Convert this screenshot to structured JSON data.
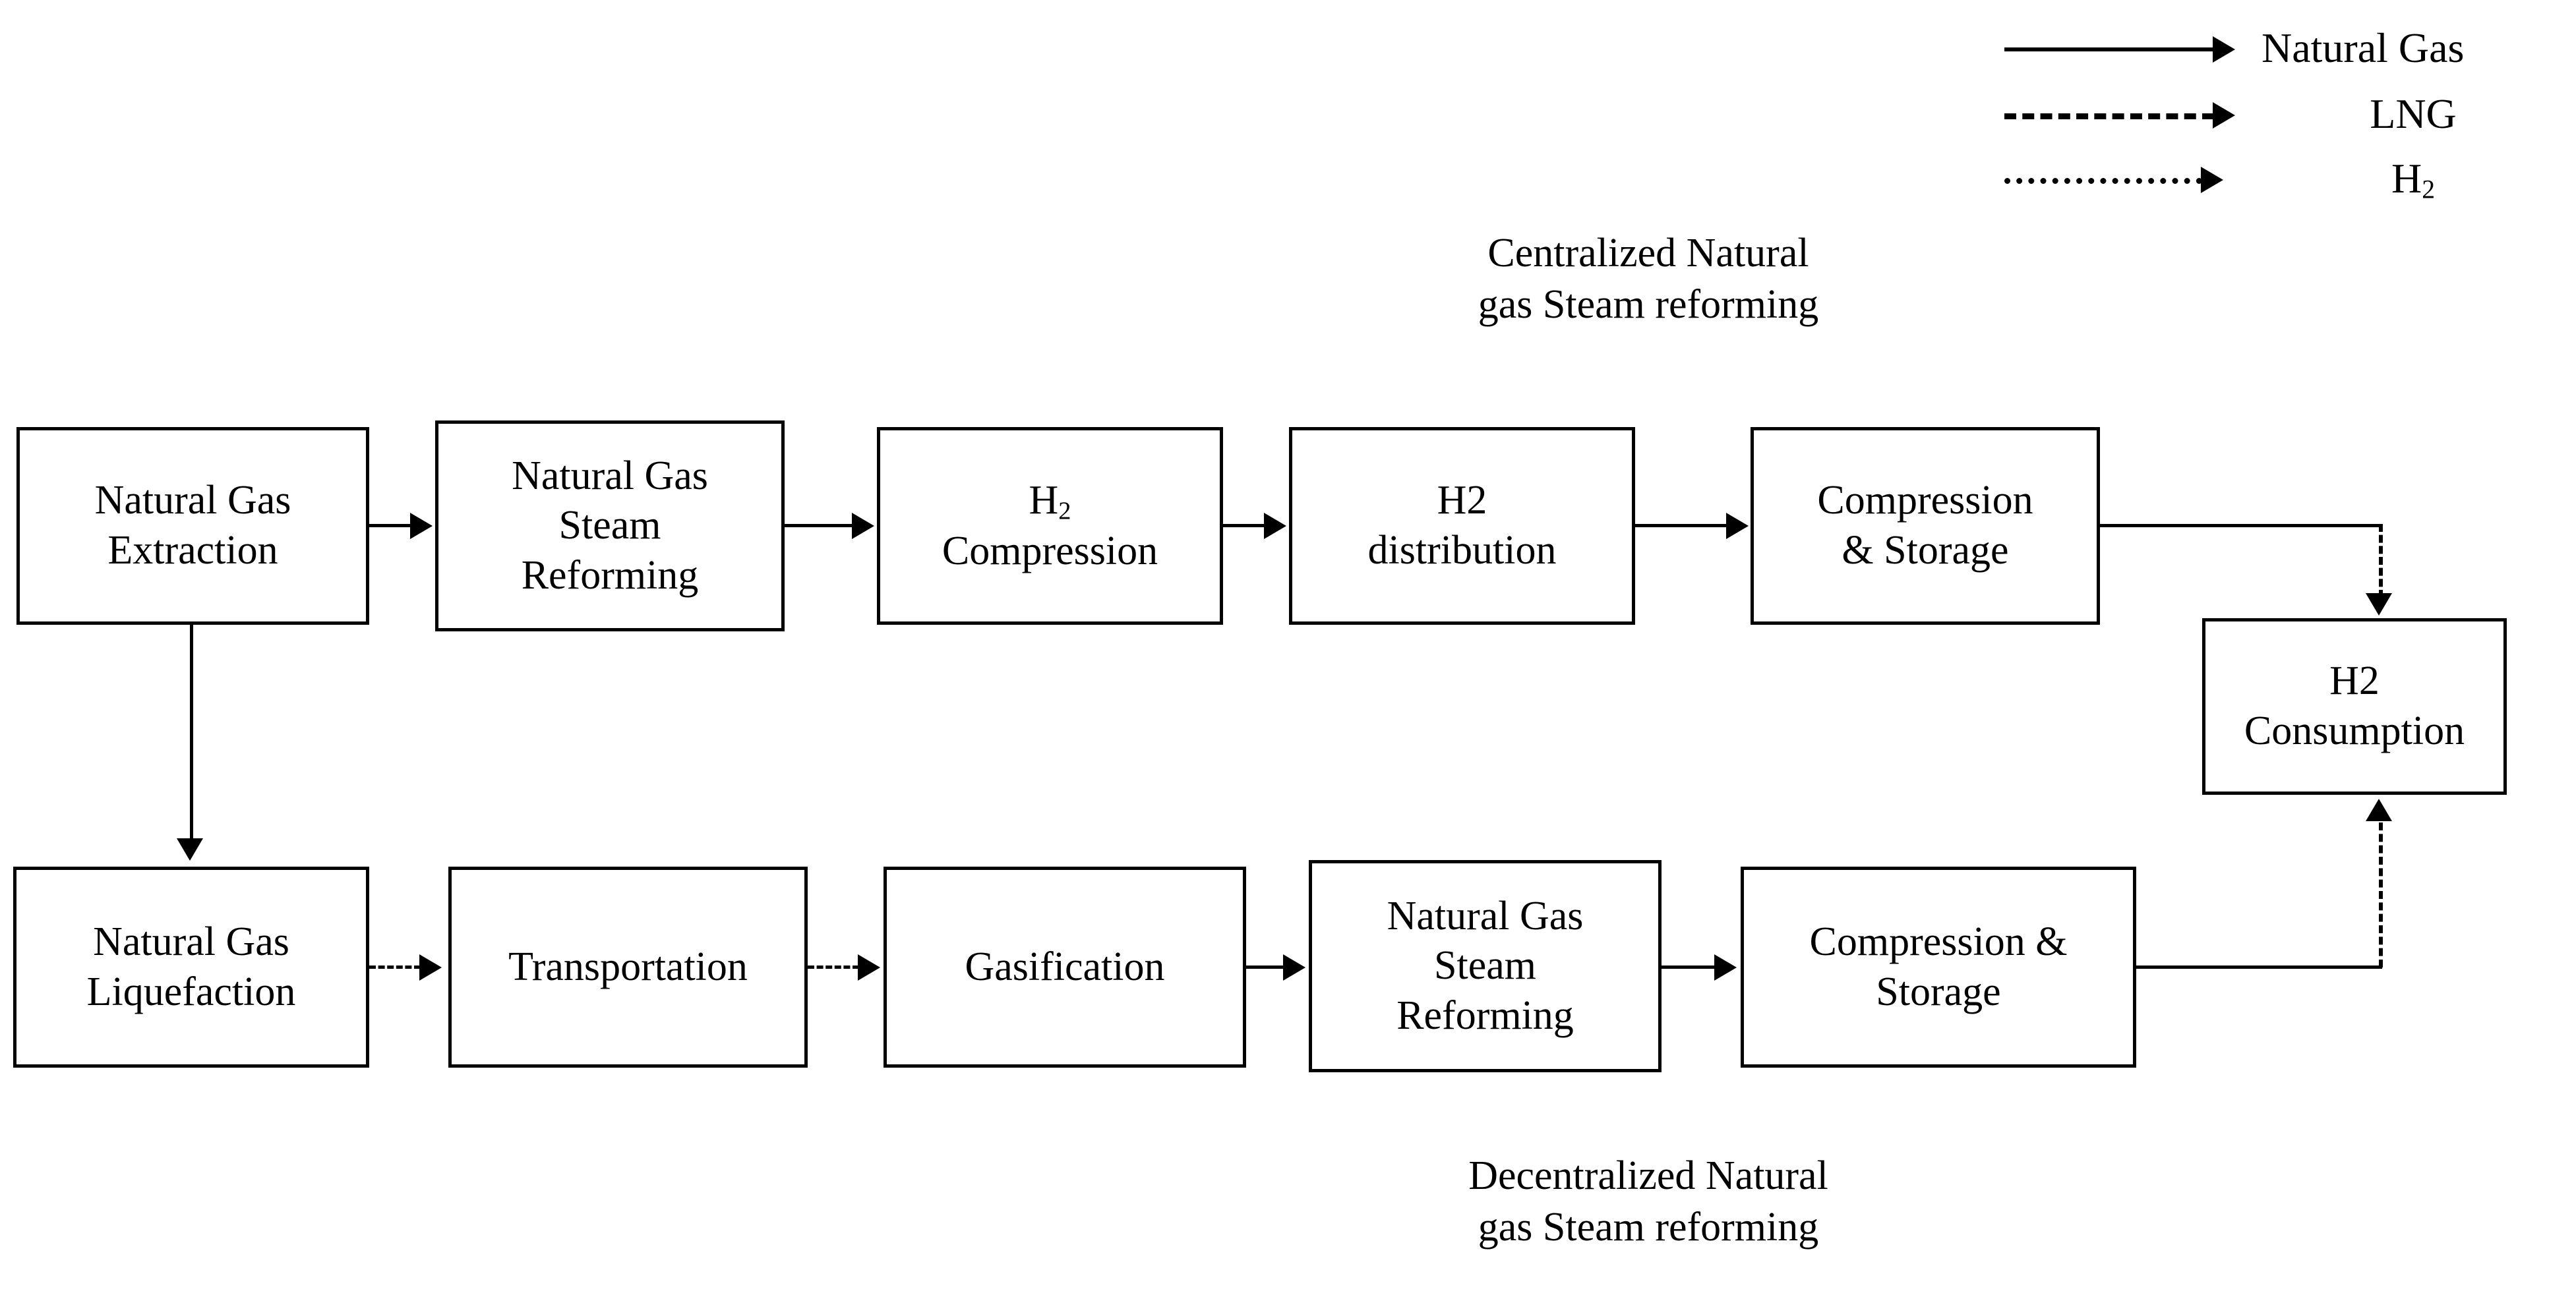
{
  "diagram": {
    "title_top": "Centralized Natural\ngas Steam reforming",
    "title_bottom": "Decentralized Natural\ngas Steam reforming",
    "ink_color": "#000000",
    "background_color": "#ffffff"
  },
  "legend": {
    "items": [
      {
        "label": "Natural Gas",
        "style": "solid",
        "name": "natural-gas"
      },
      {
        "label": "LNG",
        "style": "dash-dot",
        "name": "lng"
      },
      {
        "label": "H2",
        "style": "dotted",
        "name": "hydrogen",
        "subscript": "2",
        "base": "H"
      }
    ]
  },
  "top_row": {
    "nodes": [
      {
        "id": "ng-extraction",
        "label": "Natural Gas\nExtraction"
      },
      {
        "id": "ng-steam-reforming",
        "label": "Natural Gas\nSteam\nReforming"
      },
      {
        "id": "h2-compression",
        "label": "H2\nCompression",
        "base": "H",
        "subscript": "2",
        "tail": "Compression",
        "has_subscript": true
      },
      {
        "id": "h2-distribution",
        "label": "H2\ndistribution"
      },
      {
        "id": "compression-storage",
        "label": "Compression\n& Storage"
      }
    ]
  },
  "bottom_row": {
    "nodes": [
      {
        "id": "ng-liquefaction",
        "label": "Natural Gas\nLiquefaction"
      },
      {
        "id": "transportation",
        "label": "Transportation"
      },
      {
        "id": "gasification",
        "label": "Gasification"
      },
      {
        "id": "ng-steam-reforming-2",
        "label": "Natural Gas\nSteam\nReforming"
      },
      {
        "id": "compression-storage-2",
        "label": "Compression &\nStorage"
      }
    ]
  },
  "sink": {
    "id": "h2-consumption",
    "label": "H2\nConsumption"
  },
  "flows": [
    {
      "from": "ng-extraction",
      "to": "ng-steam-reforming",
      "stream": "Natural Gas",
      "style": "solid"
    },
    {
      "from": "ng-steam-reforming",
      "to": "h2-compression",
      "stream": "Natural Gas",
      "style": "solid"
    },
    {
      "from": "h2-compression",
      "to": "h2-distribution",
      "stream": "Natural Gas",
      "style": "solid"
    },
    {
      "from": "h2-distribution",
      "to": "compression-storage",
      "stream": "Natural Gas",
      "style": "solid"
    },
    {
      "from": "compression-storage",
      "to": "h2-consumption",
      "stream": "H2",
      "style": "dotted"
    },
    {
      "from": "ng-extraction",
      "to": "ng-liquefaction",
      "stream": "Natural Gas",
      "style": "solid"
    },
    {
      "from": "ng-liquefaction",
      "to": "transportation",
      "stream": "LNG",
      "style": "dash-dot"
    },
    {
      "from": "transportation",
      "to": "gasification",
      "stream": "LNG",
      "style": "dash-dot"
    },
    {
      "from": "gasification",
      "to": "ng-steam-reforming-2",
      "stream": "Natural Gas",
      "style": "solid"
    },
    {
      "from": "ng-steam-reforming-2",
      "to": "compression-storage-2",
      "stream": "Natural Gas",
      "style": "solid"
    },
    {
      "from": "compression-storage-2",
      "to": "h2-consumption",
      "stream": "H2",
      "style": "dotted"
    }
  ]
}
